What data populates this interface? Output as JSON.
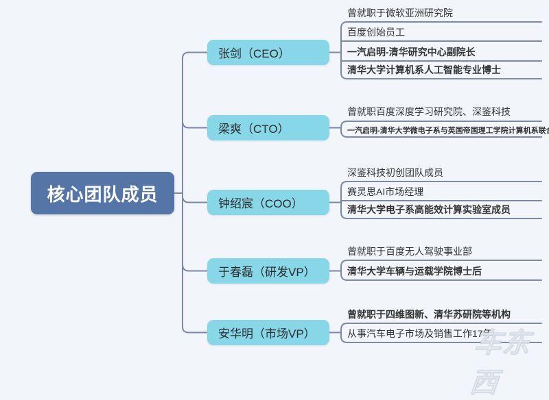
{
  "colors": {
    "canvas_bg": "#f2f6fb",
    "root_bg": "#5575a7",
    "root_text": "#ffffff",
    "member_bg": "#88d7e9",
    "member_text": "#2d2d2d",
    "line": "#7d89a0",
    "item_text": "#333333"
  },
  "root": {
    "label": "核心团队成员"
  },
  "members": [
    {
      "name": "张剑（CEO）",
      "items": [
        {
          "text": "曾就职于微软亚洲研究院",
          "bold": false
        },
        {
          "text": "百度创始员工",
          "bold": false
        },
        {
          "text": "一汽启明-清华研究中心副院长",
          "bold": true
        },
        {
          "text": "清华大学计算机系人工智能专业博士",
          "bold": true
        }
      ]
    },
    {
      "name": "梁爽（CTO）",
      "items": [
        {
          "text": "曾就职百度深度学习研究院、深鉴科技",
          "bold": false
        },
        {
          "text": "一汽启明-清华大学微电子系与英国帝国理工学院计算机系联合培养博士",
          "bold": true
        }
      ]
    },
    {
      "name": "钟绍宸（COO）",
      "items": [
        {
          "text": "深鉴科技初创团队成员",
          "bold": false
        },
        {
          "text": "赛灵思AI市场经理",
          "bold": false
        },
        {
          "text": "清华大学电子系高能效计算实验室成员",
          "bold": true
        }
      ]
    },
    {
      "name": "于春磊（研发VP）",
      "items": [
        {
          "text": "曾就职于百度无人驾驶事业部",
          "bold": false
        },
        {
          "text": "清华大学车辆与运载学院博士后",
          "bold": true
        }
      ]
    },
    {
      "name": "安华明（市场VP）",
      "items": [
        {
          "text": "曾就职于四维图新、清华苏研院等机构",
          "bold": true
        },
        {
          "text": "从事汽车电子市场及销售工作17年",
          "bold": false
        }
      ]
    }
  ],
  "watermark": {
    "text": "车东西"
  }
}
